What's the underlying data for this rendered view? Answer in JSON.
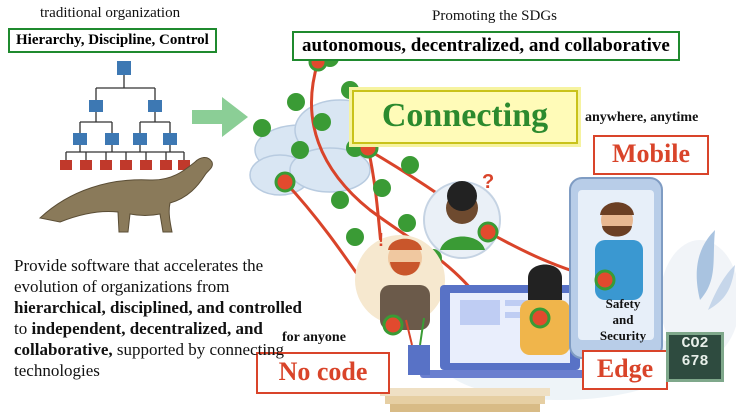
{
  "traditional": {
    "caption": "traditional organization",
    "values_box": "Hierarchy, Discipline, Control"
  },
  "sdgs": {
    "caption": "Promoting the SDGs",
    "values_box": "autonomous, decentralized, and collaborative"
  },
  "connecting": {
    "label": "Connecting"
  },
  "mobile": {
    "caption": "anywhere, anytime",
    "label": "Mobile"
  },
  "nocode": {
    "caption": "for anyone",
    "label": "No code"
  },
  "edge": {
    "caption_line1": "Safety",
    "caption_line2": "and",
    "caption_line3": "Security",
    "label": "Edge"
  },
  "co2": {
    "line1": "CO2",
    "line2": "678"
  },
  "description": {
    "p1": "Provide software that accelerates the evolution of organizations from ",
    "b1": "hierarchical, disciplined, and controlled",
    "p2": " to ",
    "b2": "independent, decentralized, and collaborative,",
    "p3": " supported by connecting technologies"
  },
  "colors": {
    "green_border": "#1f8a2e",
    "red_accent": "#d9442a",
    "node_blue": "#3d78b3",
    "node_red": "#c0392b",
    "dot_green": "#3a9b35"
  }
}
